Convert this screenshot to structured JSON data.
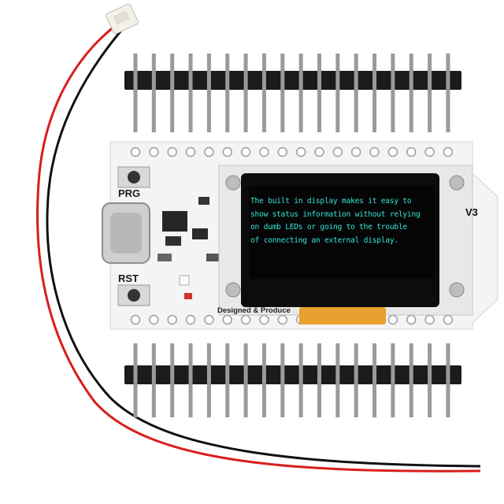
{
  "display": {
    "lines": [
      "The built in display makes it easy to",
      "show status information without relying",
      "on dumb LEDs or going to the trouble",
      "of connecting an external display."
    ]
  },
  "silkscreen": {
    "prg": "PRG",
    "rst": "RST",
    "version": "V3",
    "designed": "Designed & Produce"
  },
  "colors": {
    "board": "#f4f4f4",
    "screen_text": "#37e3d6",
    "header_pin": "#9a9a9a",
    "header_plastic": "#1b1b1b",
    "wire_red": "#d81e1e",
    "wire_black": "#111111",
    "flex": "#e8a12e"
  }
}
